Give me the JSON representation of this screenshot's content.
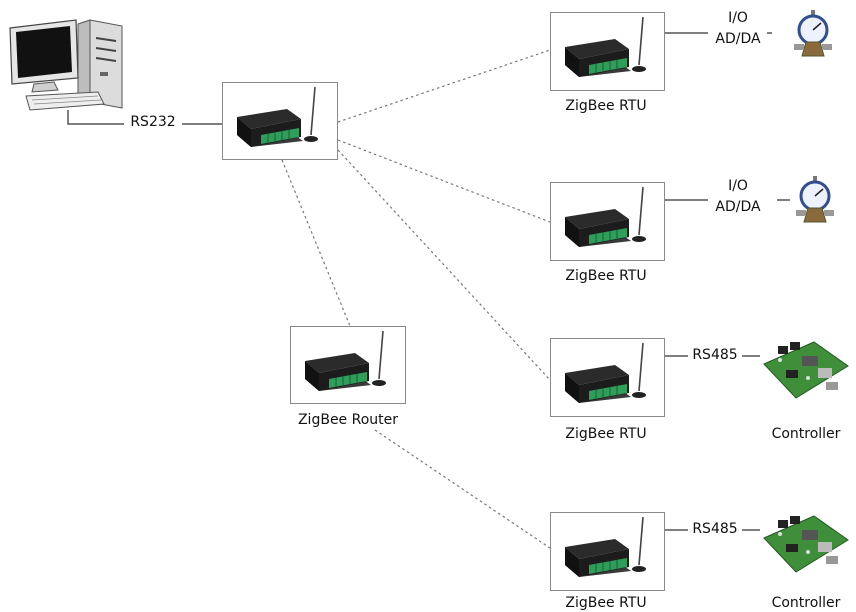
{
  "labels": {
    "rs232": "RS232",
    "router": "ZigBee Router",
    "rtu_1": "ZigBee RTU",
    "rtu_2": "ZigBee RTU",
    "rtu_3": "ZigBee RTU",
    "rtu_4": "ZigBee RTU",
    "io_1_line1": "I/O",
    "io_1_line2": "AD/DA",
    "io_2_line1": "I/O",
    "io_2_line2": "AD/DA",
    "rs485_1": "RS485",
    "rs485_2": "RS485",
    "controller_1": "Controller",
    "controller_2": "Controller"
  },
  "icons": {
    "computer": "computer-icon",
    "zigbee_device": "zigbee-module-icon",
    "gauge": "pressure-gauge-icon",
    "controller_board": "controller-board-icon"
  },
  "colors": {
    "box_border": "#8a8a8a",
    "wireless_link": "#777777",
    "wired_link": "#555555",
    "device_body": "#1e1e1e",
    "terminal_green": "#2e9e5a",
    "board_green": "#3f8f3a",
    "gauge_blue": "#2f4f8f"
  }
}
